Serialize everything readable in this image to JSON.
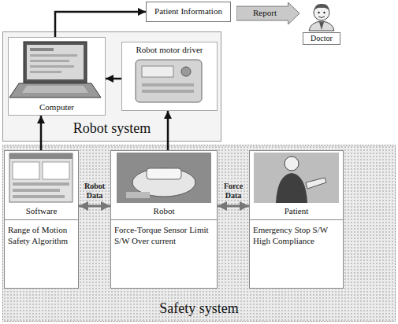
{
  "diagram": {
    "nodes": [
      {
        "text": [
          "Patient Information"
        ]
      },
      {
        "text": [
          "Report"
        ]
      },
      {
        "text": [
          "Doctor"
        ]
      },
      {
        "text": [
          "Robot system"
        ]
      },
      {
        "text": [
          "Computer"
        ],
        "in": 3
      },
      {
        "text": [
          "Robot motor driver"
        ],
        "in": 3
      },
      {
        "text": [
          "Safety system"
        ]
      },
      {
        "text": [
          "Software",
          "Range of Motion Safety Algorithm"
        ],
        "in": 6
      },
      {
        "text": [
          "Robot",
          "Force-Torque Sensor Limit S/W Over current"
        ],
        "in": 6
      },
      {
        "text": [
          "Patient",
          "Emergency Stop S/W High Compliance"
        ],
        "in": 6
      }
    ],
    "edges": [
      {
        "from": 4,
        "to": 0,
        "arrow": "to"
      },
      {
        "from": 5,
        "to": 4,
        "arrow": "to"
      },
      {
        "from": 7,
        "to": 4,
        "arrow": "to"
      },
      {
        "from": 8,
        "to": 5,
        "arrow": "to"
      },
      {
        "from": 7,
        "to": 8,
        "label": "Robot Data",
        "arrow": "both"
      },
      {
        "from": 8,
        "to": 9,
        "label": "Force Data",
        "arrow": "both"
      }
    ]
  }
}
